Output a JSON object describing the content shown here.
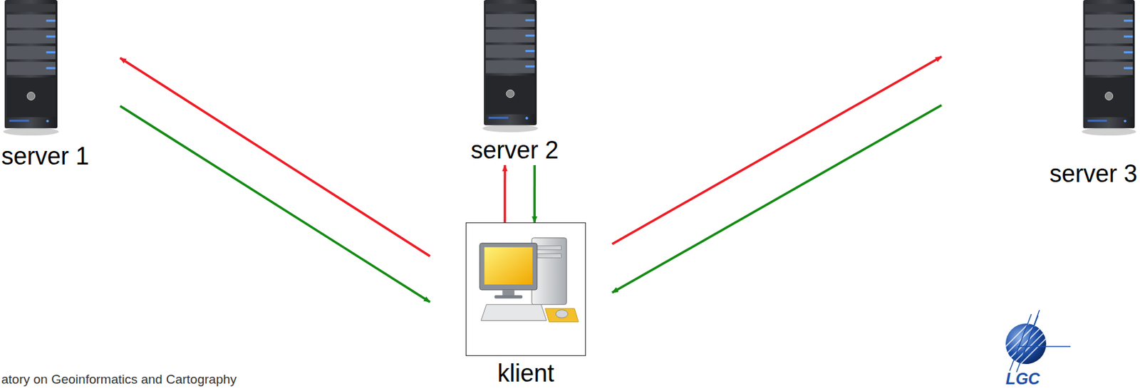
{
  "diagram": {
    "nodes": [
      {
        "text": [
          "server 1"
        ]
      },
      {
        "text": [
          "server 2"
        ]
      },
      {
        "text": [
          "server 3"
        ]
      },
      {
        "text": [
          "klient"
        ]
      }
    ],
    "edges": [
      {
        "from": 3,
        "to": 0,
        "arrow": "to"
      },
      {
        "from": 0,
        "to": 3,
        "arrow": "to"
      },
      {
        "from": 3,
        "to": 1,
        "arrow": "to"
      },
      {
        "from": 1,
        "to": 3,
        "arrow": "to"
      },
      {
        "from": 3,
        "to": 2,
        "arrow": "to"
      },
      {
        "from": 2,
        "to": 3,
        "arrow": "to"
      }
    ],
    "labels": [
      "atory on Geoinformatics and Cartography",
      "LGC"
    ]
  }
}
